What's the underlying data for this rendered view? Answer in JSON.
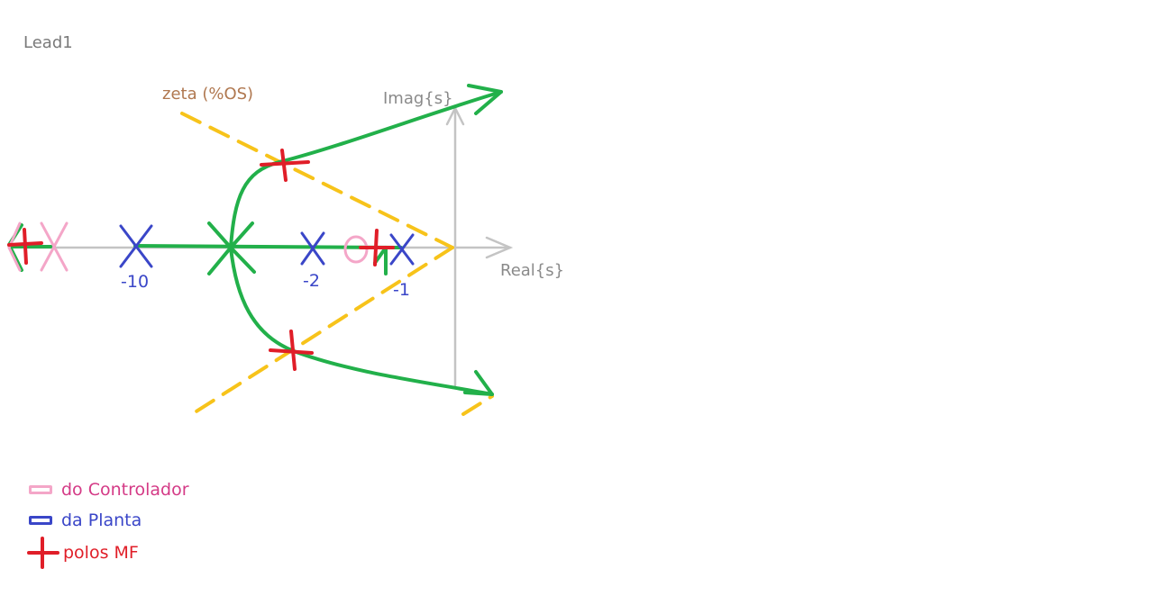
{
  "title": "Lead1",
  "axes": {
    "real_label": "Real{s}",
    "imag_label": "Imag{s}"
  },
  "damping_label": "zeta (%OS)",
  "ticks": [
    "-10",
    "-2",
    "-1"
  ],
  "legend": [
    {
      "label": "do Controlador",
      "color": "#f4a6c8",
      "text_color": "#d43a86"
    },
    {
      "label": "da Planta",
      "color": "#3a46c8",
      "text_color": "#3a46c8"
    },
    {
      "label": "polos MF",
      "color": "#e01e28",
      "text_color": "#e01e28"
    }
  ],
  "colors": {
    "axis": "#c4c4c4",
    "locus": "#22b04a",
    "damping_line": "#f7c31a",
    "plant": "#3a46c8",
    "controller": "#f4a6c8",
    "closed_loop": "#e01e28",
    "title": "#7a7a7a",
    "damping_text": "#b07850"
  }
}
